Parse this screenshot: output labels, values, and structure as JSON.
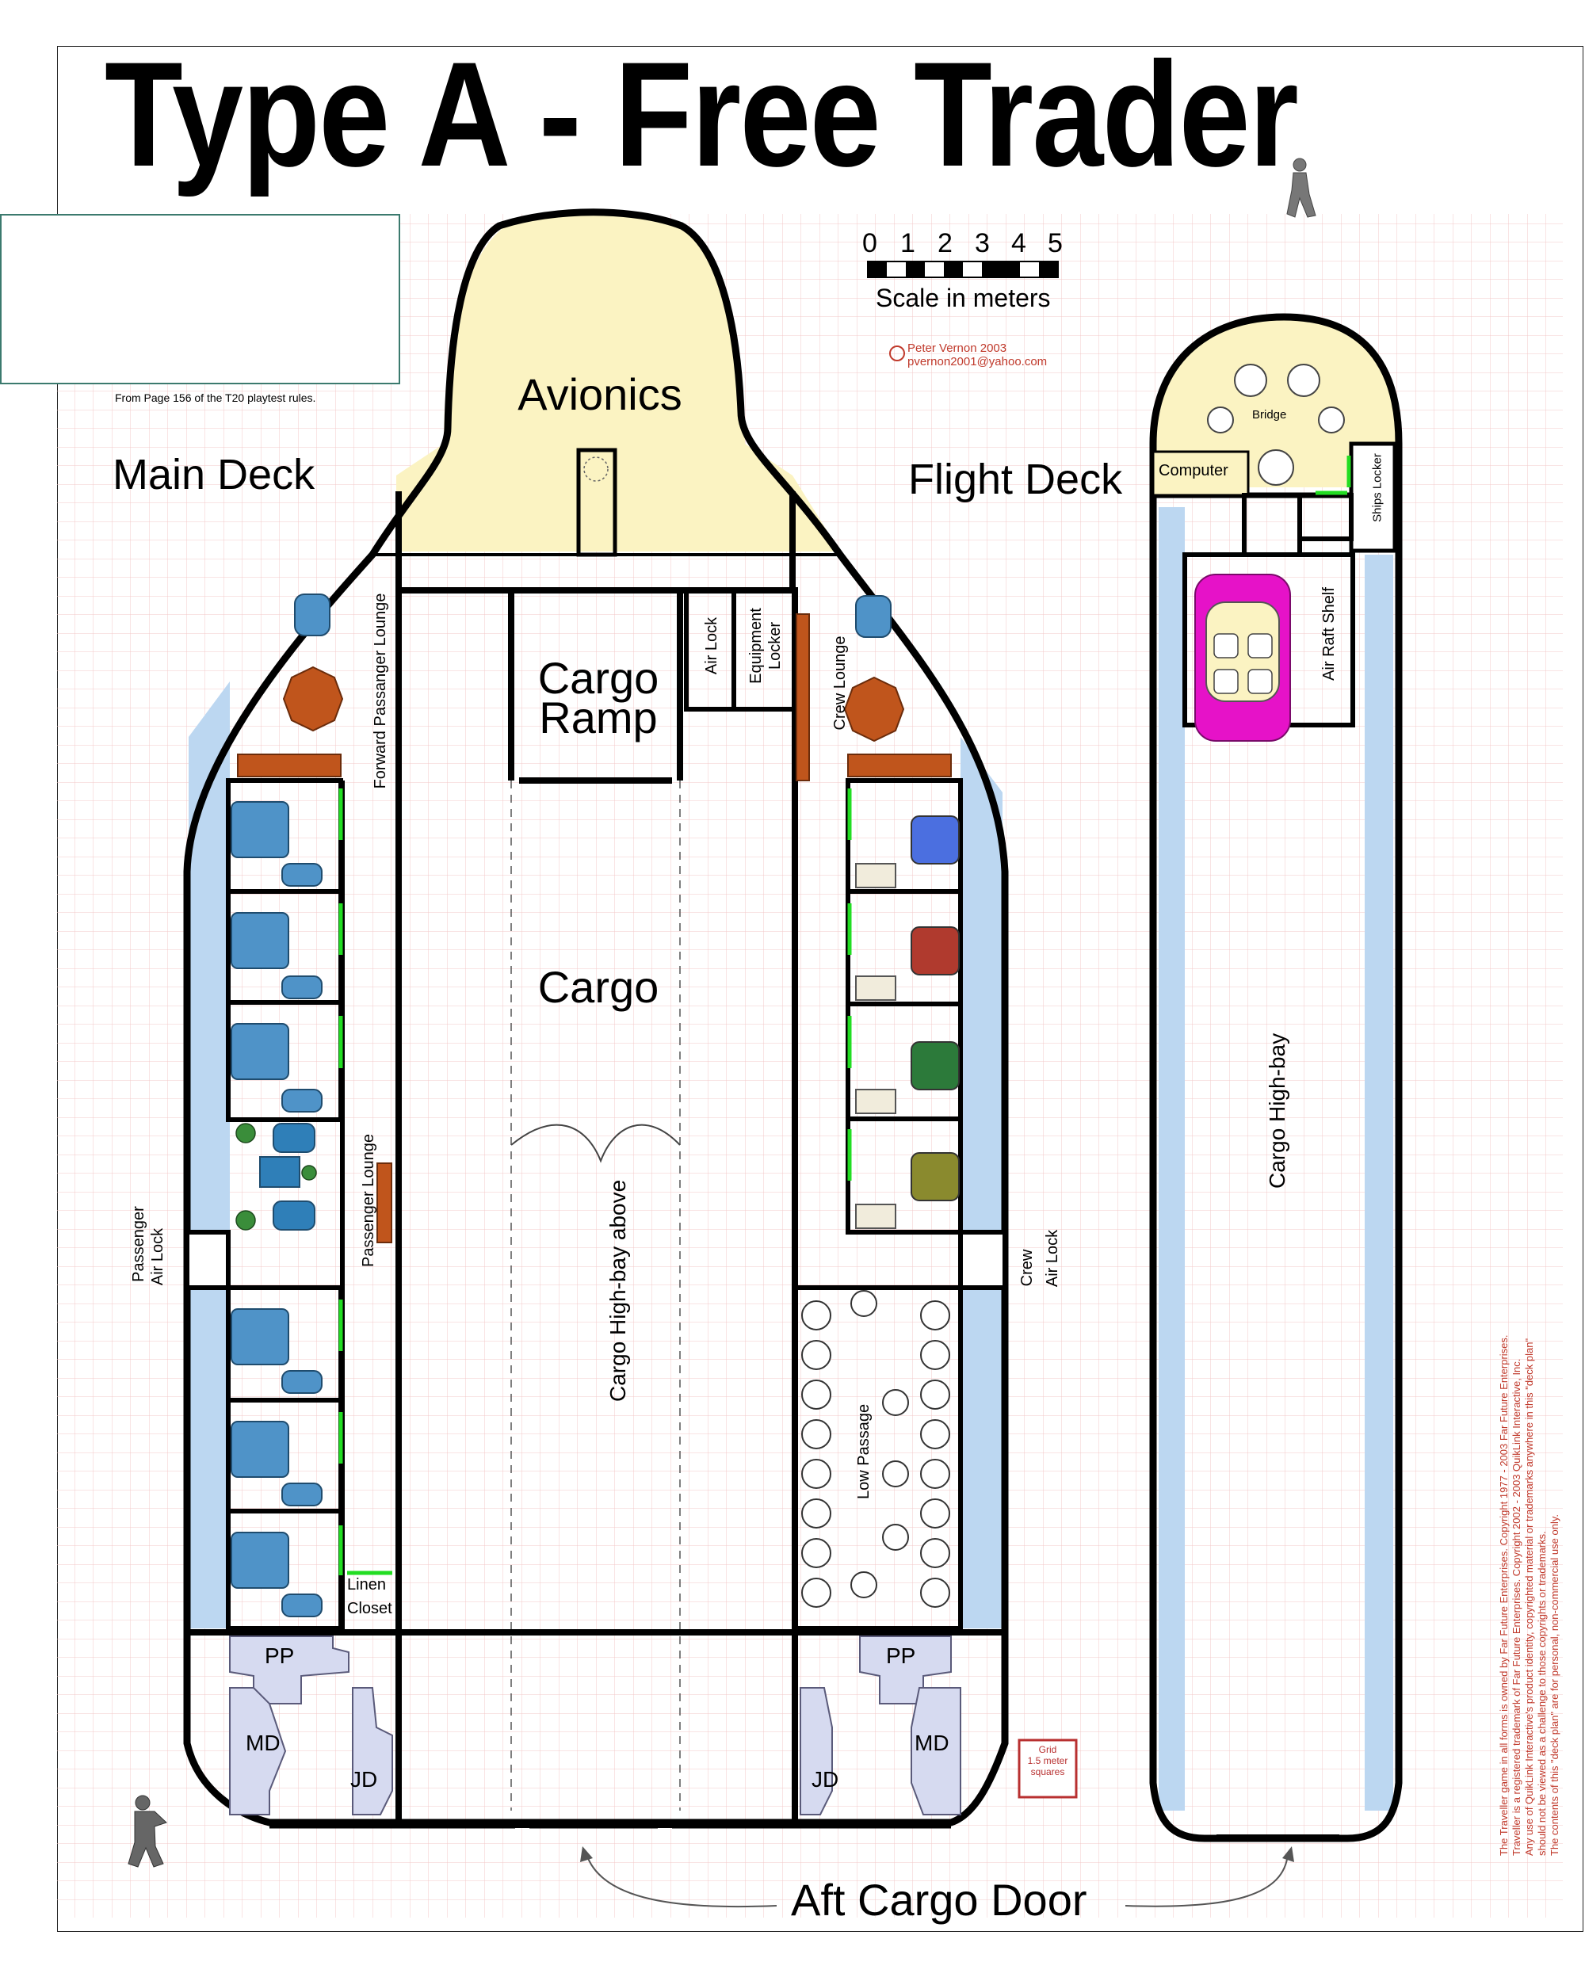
{
  "title": "Type A - Free Trader",
  "decks": {
    "main": "Main Deck",
    "flight": "Flight Deck"
  },
  "scale": {
    "ticks": [
      "0",
      "1",
      "2",
      "3",
      "4",
      "5"
    ],
    "label": "Scale in meters"
  },
  "credit": {
    "author": "Peter Vernon 2003",
    "email": "pvernon2001@yahoo.com"
  },
  "thumbnail_caption": "From Page 156 of the T20 playtest rules.",
  "rooms": {
    "avionics": "Avionics",
    "cargo_ramp_1": "Cargo",
    "cargo_ramp_2": "Ramp",
    "air_lock": "Air Lock",
    "equipment_locker_1": "Equipment",
    "equipment_locker_2": "Locker",
    "crew_lounge": "Crew Lounge",
    "forward_passenger_lounge": "Forward Passanger Lounge",
    "cargo": "Cargo",
    "cargo_high_bay_above": "Cargo High-bay above",
    "passenger_lounge": "Passenger Lounge",
    "passenger_air_lock_1": "Passenger",
    "passenger_air_lock_2": "Air Lock",
    "crew_air_lock_1": "Crew",
    "crew_air_lock_2": "Air Lock",
    "low_passage": "Low Passage",
    "linen_closet_1": "Linen",
    "linen_closet_2": "Closet",
    "pp_left": "PP",
    "pp_right": "PP",
    "md_left": "MD",
    "md_right": "MD",
    "jd_left": "JD",
    "jd_right": "JD",
    "bridge": "Bridge",
    "computer": "Computer",
    "ships_locker": "Ships Locker",
    "air_raft_shelf": "Air Raft Shelf",
    "cargo_high_bay": "Cargo High-bay",
    "aft_cargo_door": "Aft Cargo Door"
  },
  "grid_legend": {
    "line1": "Grid",
    "line2": "1.5 meter",
    "line3": "squares"
  },
  "legal": [
    "The Traveller game in all forms is owned by Far Future Enterprises. Copyright 1977 - 2003 Far Future Enterprises.",
    "Traveller is a registered trademark of Far Future Enterprises. Copyright 2002 - 2003 QuikLink Interactive, Inc.",
    "Any use of QuikLink Interactive's product identity, copyrighted material or trademarks anywhere in this \"deck plan\"",
    "should not be viewed as a challenge to those copyrights or trademarks.",
    "The contents of this \"deck plan\" are for personal, non-commercial use only."
  ],
  "colors": {
    "hull": "#000000",
    "avionics_fill": "#fbf3c2",
    "tank_fill": "#bcd7f1",
    "grid": "#f3c9c9",
    "drive_fill": "#d6daf0",
    "air_raft": "#e612c8",
    "door_green": "#22dd22",
    "furniture_brown": "#c0551c",
    "bed_blue": "#4f93c8",
    "credit_red": "#c0392b"
  },
  "icons": [
    "walking-figure-icon",
    "soldier-figure-icon",
    "ship-thumbnail"
  ]
}
